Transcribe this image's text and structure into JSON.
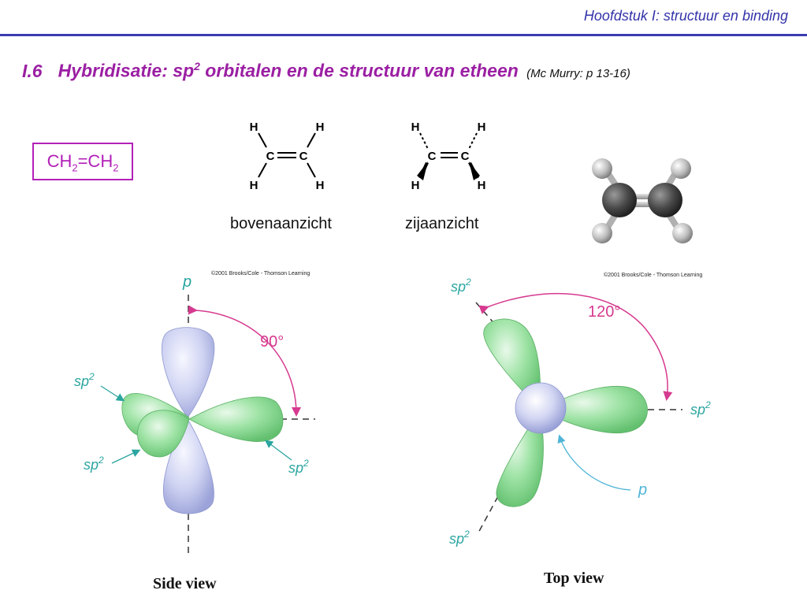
{
  "header": {
    "title": "Hoofdstuk I: structuur en binding"
  },
  "slide": {
    "number": "I.6",
    "title_before_sup": "Hybridisatie: sp",
    "title_sup": "2",
    "title_after_sup": " orbitalen en de structuur van etheen",
    "reference": "(Mc Murry: p 13-16)"
  },
  "formula": {
    "part1": "CH",
    "sub1": "2",
    "part2": "=CH",
    "sub2": "2"
  },
  "structures": {
    "atom_h": "H",
    "atom_c": "C",
    "top_view_caption": "bovenaanzicht",
    "side_view_caption": "zijaanzicht"
  },
  "figures": {
    "credit": "©2001 Brooks/Cole - Thomson Learning",
    "side_view": {
      "caption": "Side view",
      "label_p": "p",
      "label_sp2": "sp",
      "label_sup": "2",
      "angle": "90°"
    },
    "top_view": {
      "caption": "Top view",
      "label_p": "p",
      "label_sp2": "sp",
      "label_sup": "2",
      "angle": "120°"
    }
  },
  "colors": {
    "accent_purple": "#9b1fa3",
    "header_blue": "#3333aa",
    "sp2_green": "#7fd58a",
    "p_lavender": "#c9cdf0",
    "angle_magenta": "#d63a8f",
    "label_teal": "#2ba5a0"
  }
}
